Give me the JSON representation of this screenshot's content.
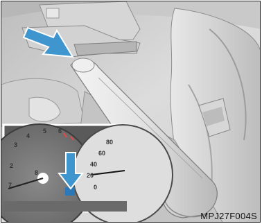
{
  "figure": {
    "code": "MPJ27F004S",
    "inset_gauge_numbers": [
      "2",
      "3",
      "4",
      "5",
      "6",
      "7",
      "8"
    ],
    "inset_speed_numbers": [
      "80",
      "60",
      "40",
      "20",
      "0"
    ],
    "colors": {
      "arrow": "#3f96cf",
      "indicator": "#1e79c4",
      "background": "#d9d9d9",
      "inset_background": "#5a5a5a"
    }
  }
}
